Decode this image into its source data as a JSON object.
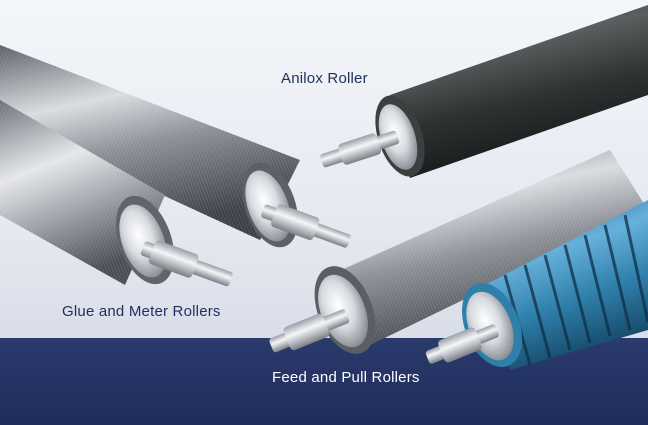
{
  "labels": {
    "anilox": "Anilox Roller",
    "glue_meter": "Glue and Meter Rollers",
    "feed_pull": "Feed and Pull Rollers"
  },
  "colors": {
    "background_top": "#e9ecf3",
    "band": "#243466",
    "label_dark": "#1f2f5e",
    "label_light": "#ffffff",
    "anilox_roller": "#2b2f2f",
    "glue_roller": "#9aa0a8",
    "feed_roller_steel": "#8e9399",
    "pull_roller_blue": "#3a8bb8"
  }
}
